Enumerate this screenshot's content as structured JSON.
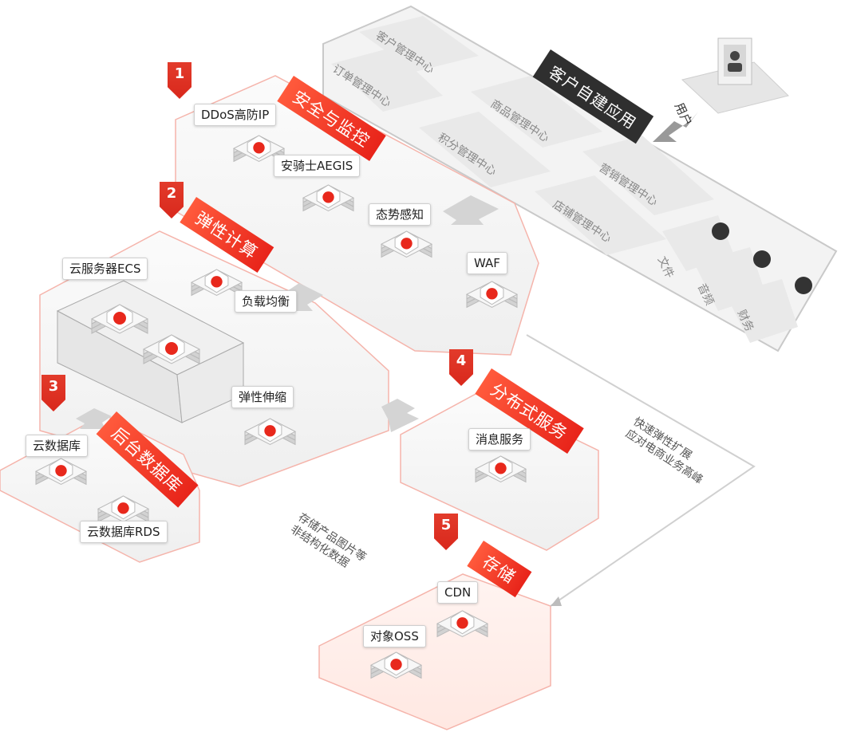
{
  "right_panel": {
    "header": "客户自建应用",
    "user_label": "用户",
    "centers": [
      "客户管理中心",
      "订单管理中心",
      "商品管理中心",
      "积分管理中心",
      "营销管理中心",
      "店铺管理中心"
    ],
    "side_items": [
      "文件",
      "音频",
      "财务"
    ]
  },
  "sections": [
    {
      "number": "1",
      "title": "安全与监控",
      "items": [
        "DDoS高防IP",
        "安骑士AEGIS",
        "态势感知",
        "WAF"
      ]
    },
    {
      "number": "2",
      "title": "弹性计算",
      "items": [
        "云服务器ECS",
        "负载均衡",
        "弹性伸缩"
      ]
    },
    {
      "number": "3",
      "title": "后台数据库",
      "items": [
        "云数据库",
        "云数据库RDS"
      ]
    },
    {
      "number": "4",
      "title": "分布式服务",
      "items": [
        "消息服务"
      ]
    },
    {
      "number": "5",
      "title": "存储",
      "items": [
        "CDN",
        "对象OSS"
      ]
    }
  ],
  "notes": {
    "scaling": [
      "快速弹性扩展",
      "应对电商业务高峰"
    ],
    "storage": [
      "存储产品图片等",
      "非结构化数据"
    ]
  },
  "colors": {
    "accent": "#e8281c",
    "dark": "#2f2f2f",
    "panel": "#f4f4f4"
  }
}
